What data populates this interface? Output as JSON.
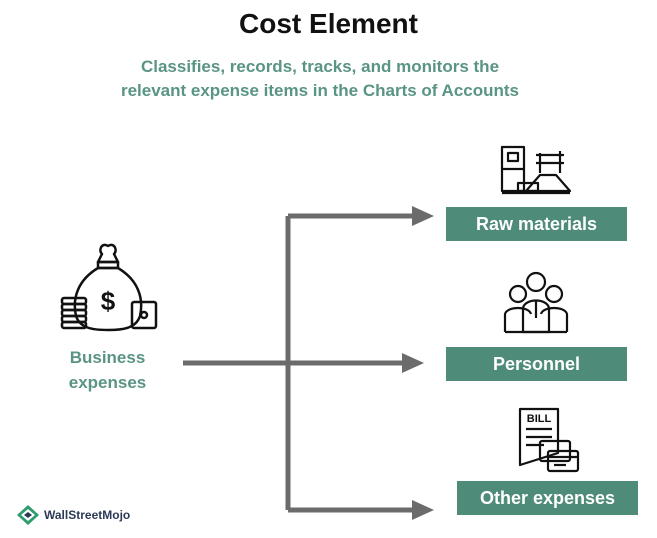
{
  "title": "Cost Element",
  "subtitle_line1": "Classifies, records, tracks, and monitors the",
  "subtitle_line2": "relevant expense items in the Charts of Accounts",
  "source": {
    "label_line1": "Business",
    "label_line2": "expenses",
    "icon": "money-bag-icon"
  },
  "branches": [
    {
      "label": "Raw materials",
      "icon": "raw-materials-icon"
    },
    {
      "label": "Personnel",
      "icon": "personnel-icon"
    },
    {
      "label": "Other expenses",
      "icon": "bill-icon"
    }
  ],
  "colors": {
    "box_fill": "#4f8b79",
    "accent_text": "#5a9484",
    "arrow": "#6b6b6b"
  },
  "brand": {
    "name": "WallStreetMojo"
  }
}
